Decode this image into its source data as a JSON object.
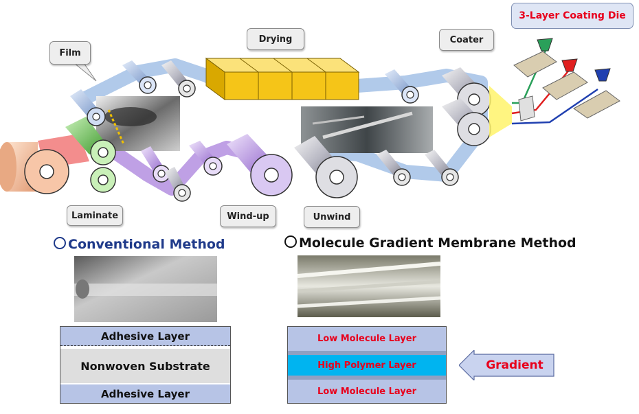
{
  "labels": {
    "die": "3-Layer Coating Die",
    "drying": "Drying",
    "coater": "Coater",
    "film": "Film",
    "laminate": "Laminate",
    "windup": "Wind-up",
    "unwind": "Unwind"
  },
  "conventional": {
    "heading": "Conventional Method",
    "layers": [
      "Adhesive Layer",
      "Nonwoven Substrate",
      "Adhesive Layer"
    ]
  },
  "gradient_method": {
    "heading": "Molecule Gradient Membrane Method",
    "layers": [
      "Low Molecule Layer",
      "High Polymer Layer",
      "Low Molecule Layer"
    ],
    "arrow_label": "Gradient"
  },
  "colors": {
    "heading_blue": "#1f3a8a",
    "red_text": "#e8001c",
    "layer_blue": "#b7c4e6",
    "layer_cyan": "#00b4f0",
    "belt_blue": "#a9c4e8",
    "belt_purple": "#b48fe0",
    "drying_yellow": "#f5c518"
  }
}
